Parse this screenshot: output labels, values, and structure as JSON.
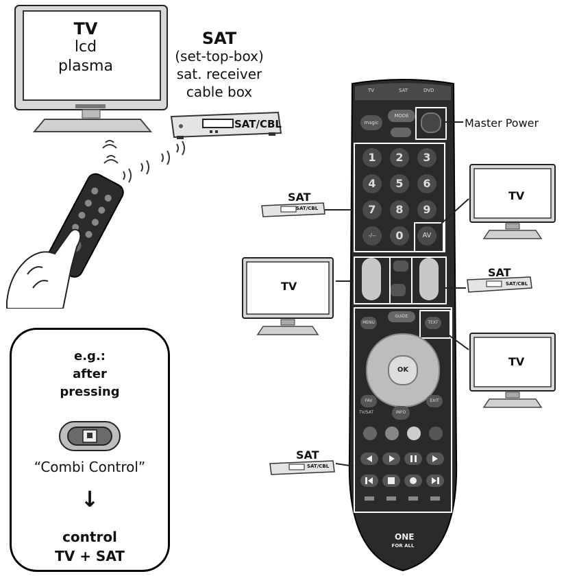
{
  "tv_main": {
    "title": "TV",
    "line1": "lcd",
    "line2": "plasma"
  },
  "sat_main": {
    "title": "SAT",
    "line1": "(set-top-box)",
    "line2": "sat. receiver",
    "line3": "cable box",
    "device_label": "SAT/CBL"
  },
  "master_power": "Master Power",
  "callouts": {
    "sat_numbers": {
      "title": "SAT",
      "device_label": "SAT/CBL"
    },
    "tv_av": {
      "title": "TV"
    },
    "tv_volume": {
      "title": "TV"
    },
    "sat_channel": {
      "title": "SAT",
      "device_label": "SAT/CBL"
    },
    "tv_text": {
      "title": "TV"
    },
    "sat_transport": {
      "title": "SAT",
      "device_label": "SAT/CBL"
    }
  },
  "note": {
    "line1": "e.g.:",
    "line2": "after",
    "line3": "pressing",
    "quote": "“Combi Control”",
    "arrow": "↓",
    "line4": "control",
    "line5": "TV + SAT"
  },
  "remote": {
    "top_tabs": [
      "TV",
      "SAT",
      "DVD"
    ],
    "mode_label": "MODE",
    "magic_label": "magic",
    "digits": [
      "1",
      "2",
      "3",
      "4",
      "5",
      "6",
      "7",
      "8",
      "9"
    ],
    "zero": "0",
    "minus_label": "-/--",
    "av_label": "AV",
    "menu_label": "MENU",
    "guide_label": "GUIDE",
    "text_label": "TEXT",
    "ok_label": "OK",
    "fav_label": "FAV",
    "exit_label": "EXIT",
    "info_label": "INFO",
    "tvsat_label": "TV/SAT",
    "brand_line1": "ONE",
    "brand_line2": "FOR ALL"
  }
}
